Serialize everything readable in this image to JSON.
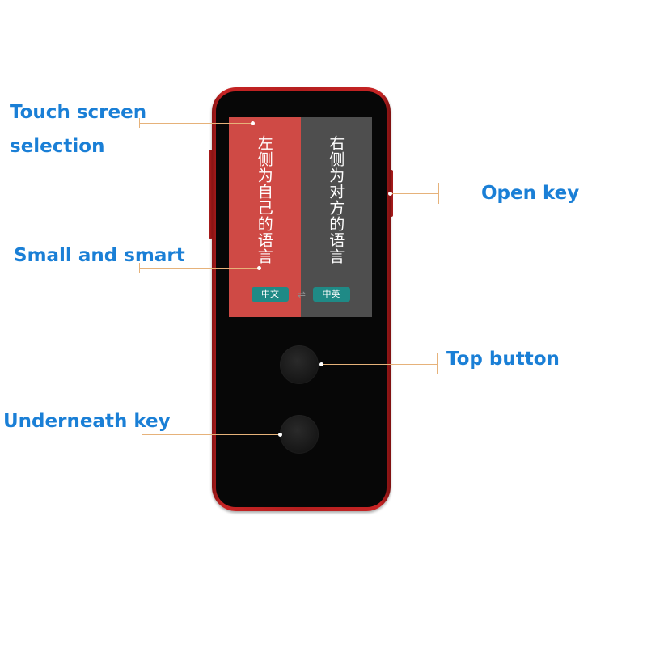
{
  "annotations": {
    "touch_screen": [
      "Touch screen",
      "selection"
    ],
    "small_and_smart": "Small and smart",
    "underneath_key": "Underneath key",
    "open_key": "Open key",
    "top_button": "Top button"
  },
  "screen": {
    "left_text": "左侧为自己的语言",
    "right_text": "右侧为对方的语言",
    "left_language": "中文",
    "right_language": "中英",
    "swap_symbol": "⇌"
  },
  "colors": {
    "callout_text": "#1a7fd6",
    "leader_line": "#e6b27a",
    "device_body": "#b51f1f",
    "screen_left": "#cf4a45",
    "screen_right": "#4e4e4e",
    "language_badge": "#1f8a86"
  }
}
